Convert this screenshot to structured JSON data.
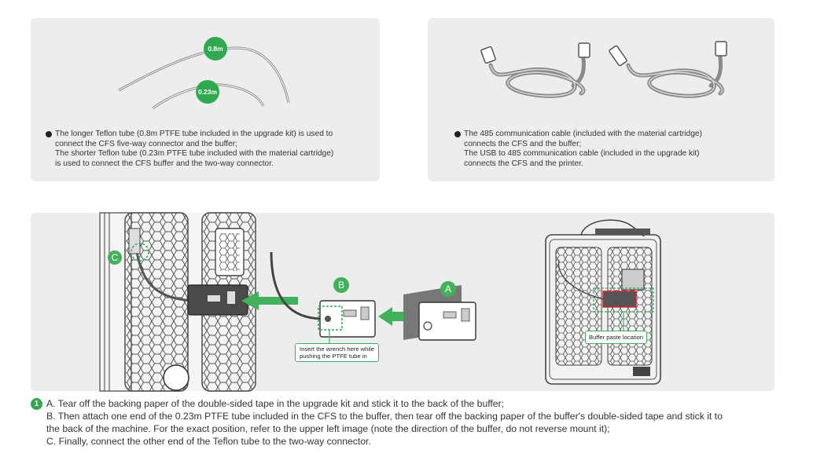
{
  "tubes_panel": {
    "long_badge": "0.8m",
    "short_badge": "0.23m",
    "lines": [
      "The longer Teflon tube (0.8m PTFE tube included in the upgrade kit) is used to",
      "connect the CFS five-way connector and the buffer;",
      "The shorter Teflon tube (0.23m PTFE tube included with the material cartridge)",
      "is used to connect the CFS buffer and the two-way connector."
    ]
  },
  "cables_panel": {
    "lines": [
      "The 485 communication cable (included with the material cartridge)",
      "connects the CFS and the buffer;",
      "The USB to 485 communication cable (included in the upgrade kit)",
      "connects the CFS and the printer."
    ]
  },
  "install_panel": {
    "label_a": "A",
    "label_b": "B",
    "label_c": "C",
    "wrench_callout": [
      "Insert the wrench here while",
      "pushing the PTFE tube in"
    ],
    "buffer_callout": "Buffer paste location"
  },
  "steps": {
    "number": "1",
    "lines": [
      "A. Tear off the backing paper of the double-sided tape in the upgrade kit and stick it to the back of the buffer;",
      "B. Then attach one end of the 0.23m PTFE tube included in the CFS to the buffer, then tear off the backing paper of the buffer's double-sided tape and stick it to",
      "the back of the machine. For the exact position, refer to the upper left image (note the direction of the buffer, do not reverse mount it);",
      "C. Finally, connect the other end of the Teflon tube to the two-way connector."
    ]
  },
  "colors": {
    "accent": "#2fa84f",
    "panel": "#ededed",
    "highlight": "#d9252a"
  }
}
